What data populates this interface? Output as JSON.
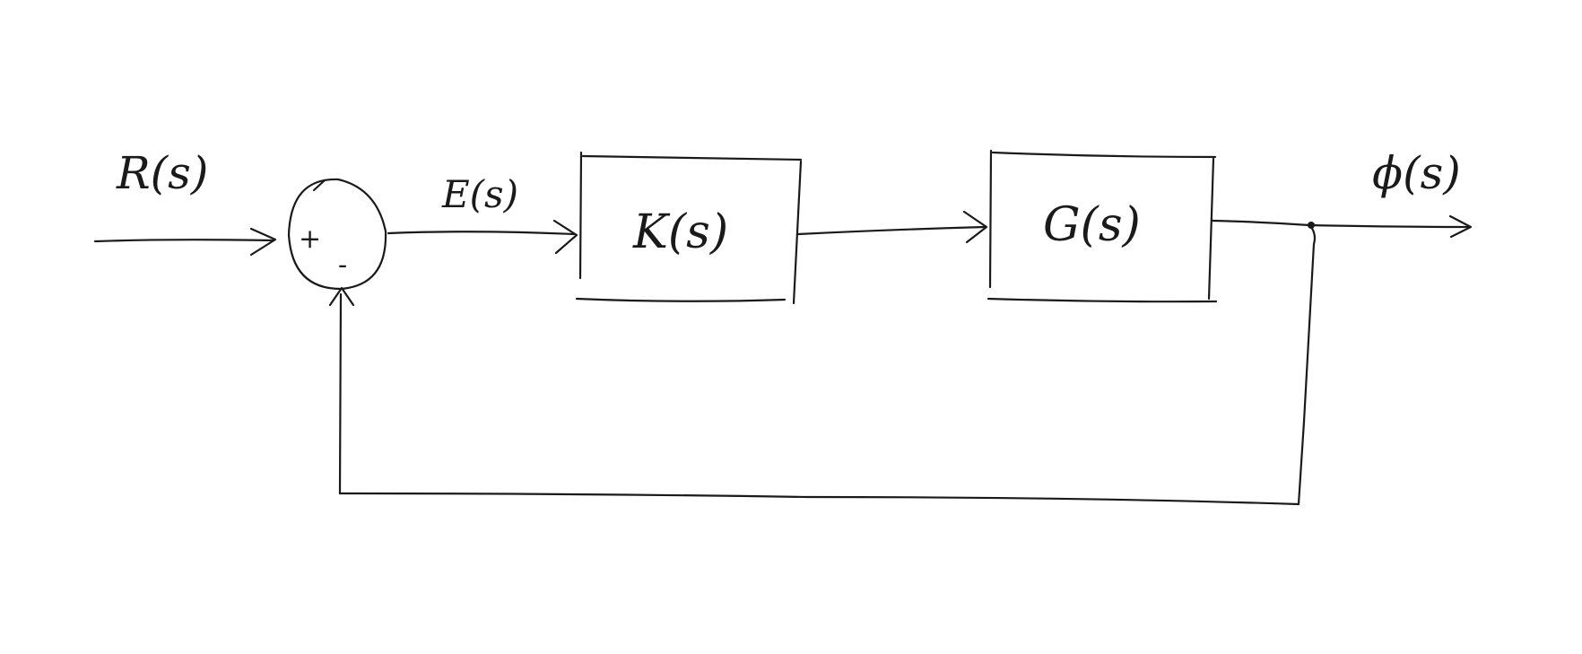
{
  "diagram": {
    "signals": {
      "input": "R(s)",
      "error": "E(s)",
      "output": "ϕ(s)"
    },
    "blocks": {
      "controller": "K(s)",
      "plant": "G(s)"
    },
    "summing_junction": {
      "plus_sign": "+",
      "minus_sign": "-"
    }
  }
}
